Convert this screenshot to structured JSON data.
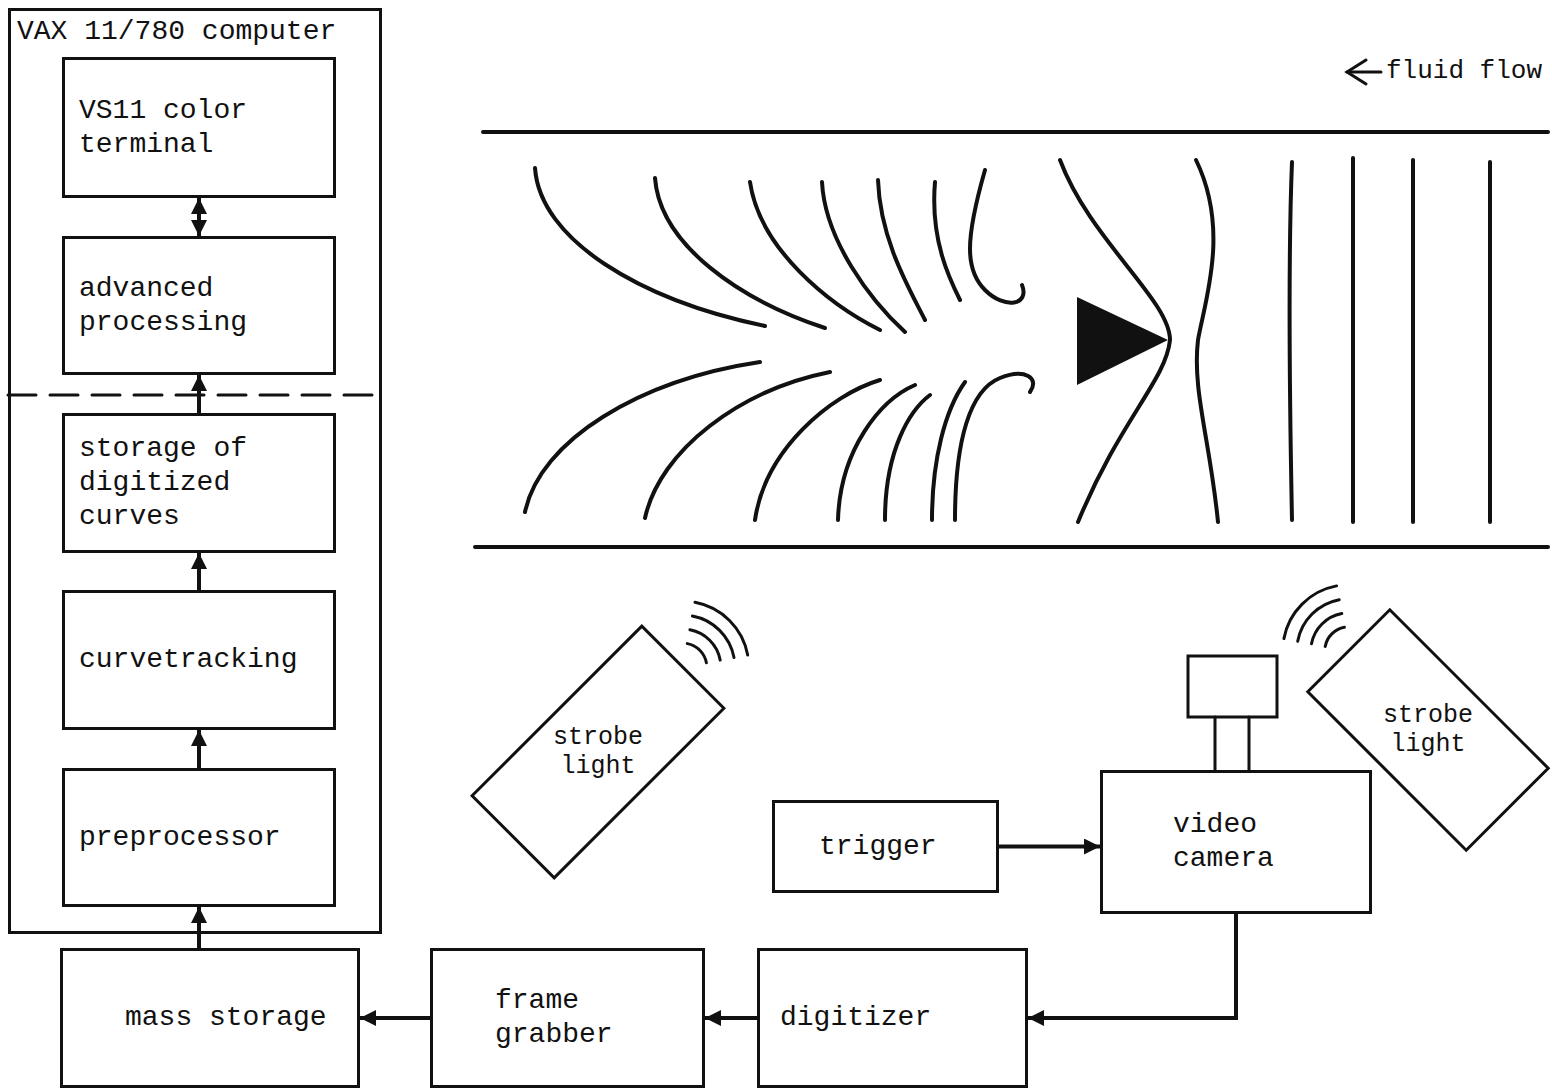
{
  "diagram": {
    "nodes": [
      {
        "text": [
          "VAX 11/780 computer"
        ]
      },
      {
        "text": [
          "VS11 color terminal"
        ],
        "in": 0
      },
      {
        "text": [
          "advanced processing"
        ],
        "in": 0
      },
      {
        "text": [
          "storage of digitized curves"
        ],
        "in": 0
      },
      {
        "text": [
          "curvetracking"
        ],
        "in": 0
      },
      {
        "text": [
          "preprocessor"
        ],
        "in": 0
      },
      {
        "text": [
          "mass storage"
        ]
      },
      {
        "text": [
          "frame grabber"
        ]
      },
      {
        "text": [
          "digitizer"
        ]
      },
      {
        "text": [
          "trigger"
        ]
      },
      {
        "text": [
          "video camera"
        ]
      },
      {
        "text": [
          "strobe light"
        ]
      },
      {
        "text": [
          "strobe light"
        ]
      }
    ],
    "edges": [
      {
        "from": 1,
        "to": 2,
        "arrow": "both"
      },
      {
        "from": 3,
        "to": 2,
        "arrow": "to"
      },
      {
        "from": 4,
        "to": 3,
        "arrow": "to"
      },
      {
        "from": 5,
        "to": 4,
        "arrow": "to"
      },
      {
        "from": 6,
        "to": 5,
        "arrow": "to"
      },
      {
        "from": 7,
        "to": 6,
        "arrow": "to"
      },
      {
        "from": 8,
        "to": 7,
        "arrow": "to"
      },
      {
        "from": 10,
        "to": 8,
        "arrow": "to"
      },
      {
        "from": 9,
        "to": 10,
        "arrow": "to"
      }
    ],
    "labels": [
      "fluid flow"
    ]
  }
}
